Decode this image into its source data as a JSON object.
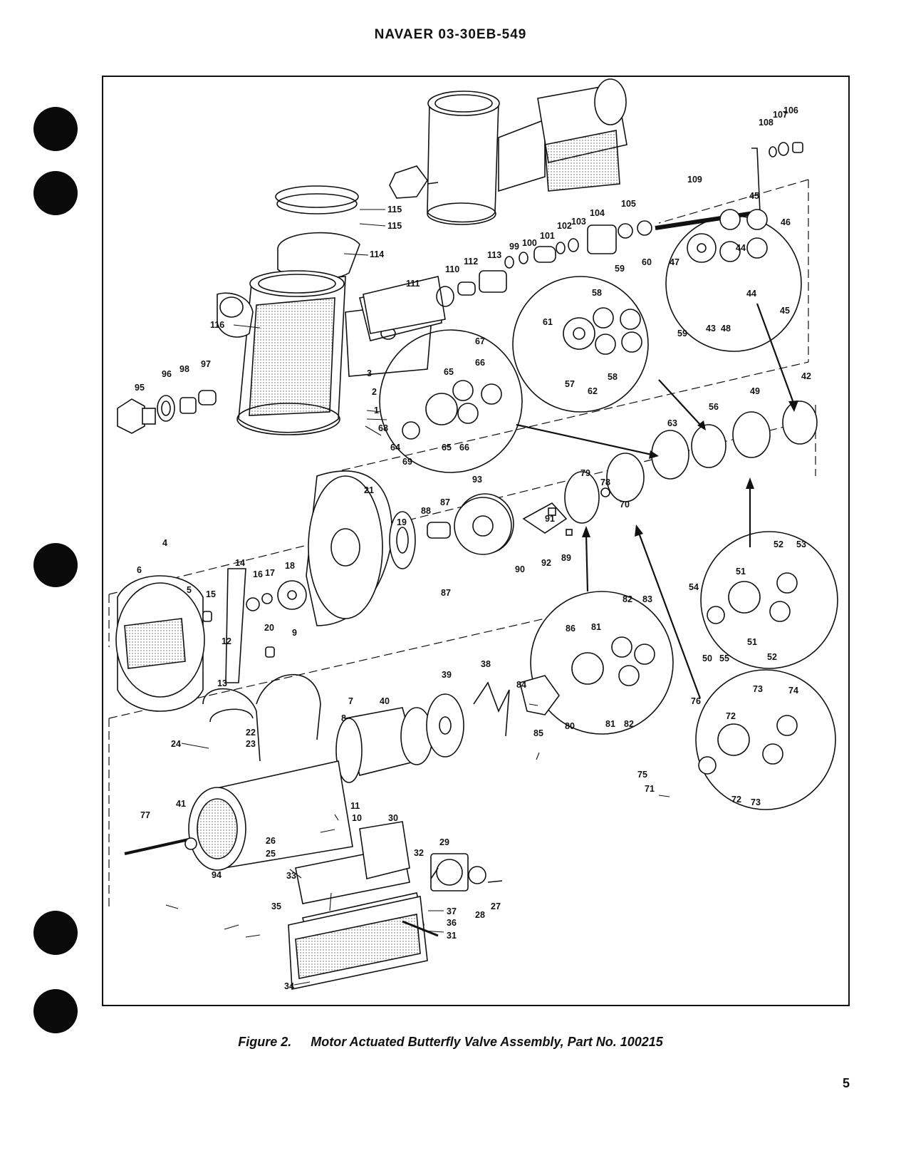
{
  "header": {
    "doc_number": "NAVAER 03-30EB-549"
  },
  "caption": {
    "figure": "Figure 2.",
    "title": "Motor Actuated Butterfly Valve Assembly, Part No. 100215"
  },
  "page_number": "5",
  "callouts": {
    "c1": "1",
    "c2": "2",
    "c3": "3",
    "c4": "4",
    "c5": "5",
    "c6": "6",
    "c7": "7",
    "c8": "8",
    "c9": "9",
    "c10": "10",
    "c11": "11",
    "c12": "12",
    "c13": "13",
    "c14": "14",
    "c15": "15",
    "c16": "16",
    "c17": "17",
    "c18": "18",
    "c19": "19",
    "c20": "20",
    "c21": "21",
    "c22": "22",
    "c23": "23",
    "c24": "24",
    "c25": "25",
    "c26": "26",
    "c27": "27",
    "c28": "28",
    "c29": "29",
    "c30": "30",
    "c31": "31",
    "c32": "32",
    "c33": "33",
    "c34": "34",
    "c35": "35",
    "c36": "36",
    "c37": "37",
    "c38": "38",
    "c39": "39",
    "c40": "40",
    "c41": "41",
    "c42": "42",
    "c43": "43",
    "c44": "44",
    "c45": "45",
    "c46": "46",
    "c47": "47",
    "c48": "48",
    "c49": "49",
    "c50": "50",
    "c51": "51",
    "c52": "52",
    "c53": "53",
    "c54": "54",
    "c55": "55",
    "c56": "56",
    "c57": "57",
    "c58": "58",
    "c59": "59",
    "c60": "60",
    "c61": "61",
    "c62": "62",
    "c63": "63",
    "c64": "64",
    "c65": "65",
    "c66": "66",
    "c67": "67",
    "c68": "68",
    "c69": "69",
    "c70": "70",
    "c71": "71",
    "c72": "72",
    "c73": "73",
    "c74": "74",
    "c75": "75",
    "c76": "76",
    "c77": "77",
    "c78": "78",
    "c79": "79",
    "c80": "80",
    "c81": "81",
    "c82": "82",
    "c83": "83",
    "c84": "84",
    "c85": "85",
    "c86": "86",
    "c87": "87",
    "c88": "88",
    "c89": "89",
    "c90": "90",
    "c91": "91",
    "c92": "92",
    "c93": "93",
    "c94": "94",
    "c95": "95",
    "c96": "96",
    "c97": "97",
    "c98": "98",
    "c99": "99",
    "c100": "100",
    "c101": "101",
    "c102": "102",
    "c103": "103",
    "c104": "104",
    "c105": "105",
    "c106": "106",
    "c107": "107",
    "c108": "108",
    "c109": "109",
    "c110": "110",
    "c111": "111",
    "c112": "112",
    "c113": "113",
    "c114": "114",
    "c115": "115",
    "c116": "116"
  }
}
